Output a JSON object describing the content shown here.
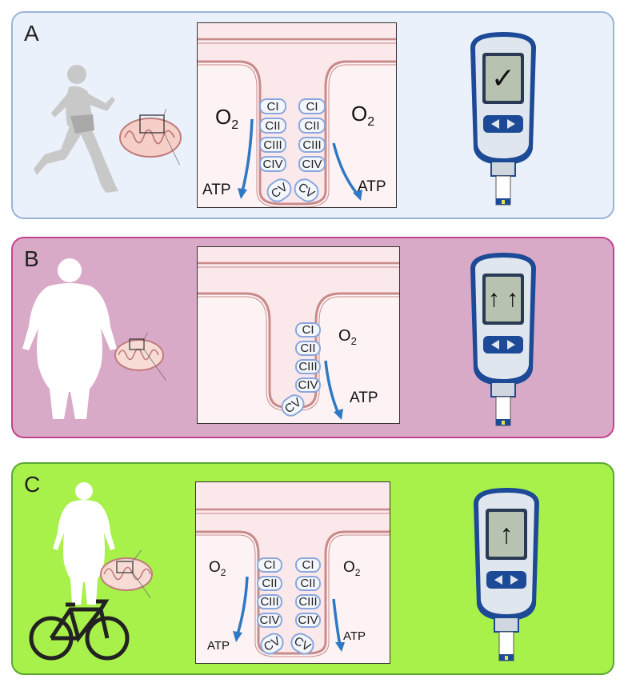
{
  "panels": [
    {
      "letter": "A",
      "o2_left": "O",
      "o2_right": "O",
      "o2_sub": "2",
      "atp_left": "ATP",
      "atp_right": "ATP",
      "meter_display": "✓",
      "bg": "#ebf1fb",
      "border": "#9ab4d9"
    },
    {
      "letter": "B",
      "o2_right": "O",
      "o2_sub": "2",
      "atp_right": "ATP",
      "meter_display": "↑ ↑",
      "bg": "#d9a9c8",
      "border": "#c2448f"
    },
    {
      "letter": "C",
      "o2_left": "O",
      "o2_right": "O",
      "o2_sub": "2",
      "atp_left": "ATP",
      "atp_right": "ATP",
      "meter_display": "↑",
      "bg": "#a8f04a",
      "border": "#58a832"
    }
  ],
  "complexes": [
    "CI",
    "CII",
    "CIII",
    "CIV",
    "CV"
  ],
  "colors": {
    "membrane": "#c98a8a",
    "matrix": "#fbe8ea",
    "complex_border": "#8aa6dc",
    "arrow": "#2f78c4",
    "meter_body": "#1d4a96",
    "meter_screen": "#b7c3b0"
  }
}
